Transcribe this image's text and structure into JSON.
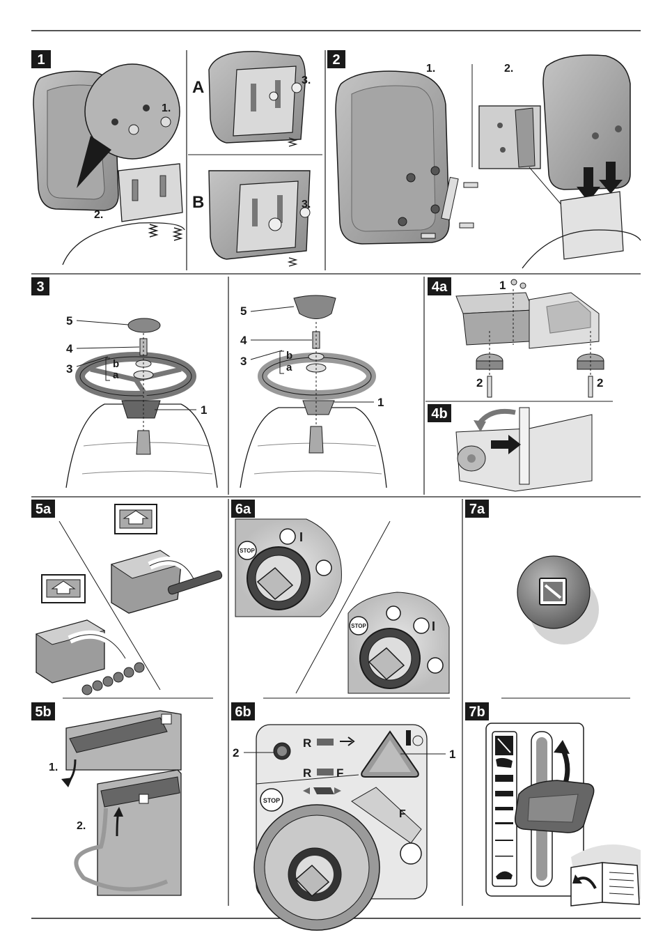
{
  "panels": {
    "p1": {
      "badge": "1",
      "labels": [
        "1.",
        "2."
      ]
    },
    "pA": {
      "badge": "A",
      "labels": [
        "3."
      ]
    },
    "pB": {
      "badge": "B",
      "labels": [
        "3."
      ]
    },
    "p2": {
      "badge": "2",
      "labels": [
        "1.",
        "2."
      ]
    },
    "p3": {
      "badge": "3",
      "labels": [
        "5",
        "4",
        "3",
        "b",
        "a",
        "1",
        "5",
        "4",
        "3",
        "b",
        "a",
        "1"
      ]
    },
    "p4a": {
      "badge": "4a",
      "labels": [
        "1",
        "2",
        "2"
      ]
    },
    "p4b": {
      "badge": "4b"
    },
    "p5a": {
      "badge": "5a"
    },
    "p6a": {
      "badge": "6a",
      "labels": [
        "STOP",
        "I",
        "STOP",
        "I"
      ]
    },
    "p7a": {
      "badge": "7a"
    },
    "p5b": {
      "badge": "5b",
      "labels": [
        "1.",
        "2."
      ]
    },
    "p6b": {
      "badge": "6b",
      "labels": [
        "2",
        "R",
        "R",
        "F",
        "STOP",
        "F",
        "1"
      ]
    },
    "p7b": {
      "badge": "7b"
    }
  },
  "colors": {
    "ink": "#1a1a1a",
    "grey_fill": "#9a9a9a",
    "light_fill": "#d9d9d9",
    "panel_bg": "#e8e8e8"
  }
}
